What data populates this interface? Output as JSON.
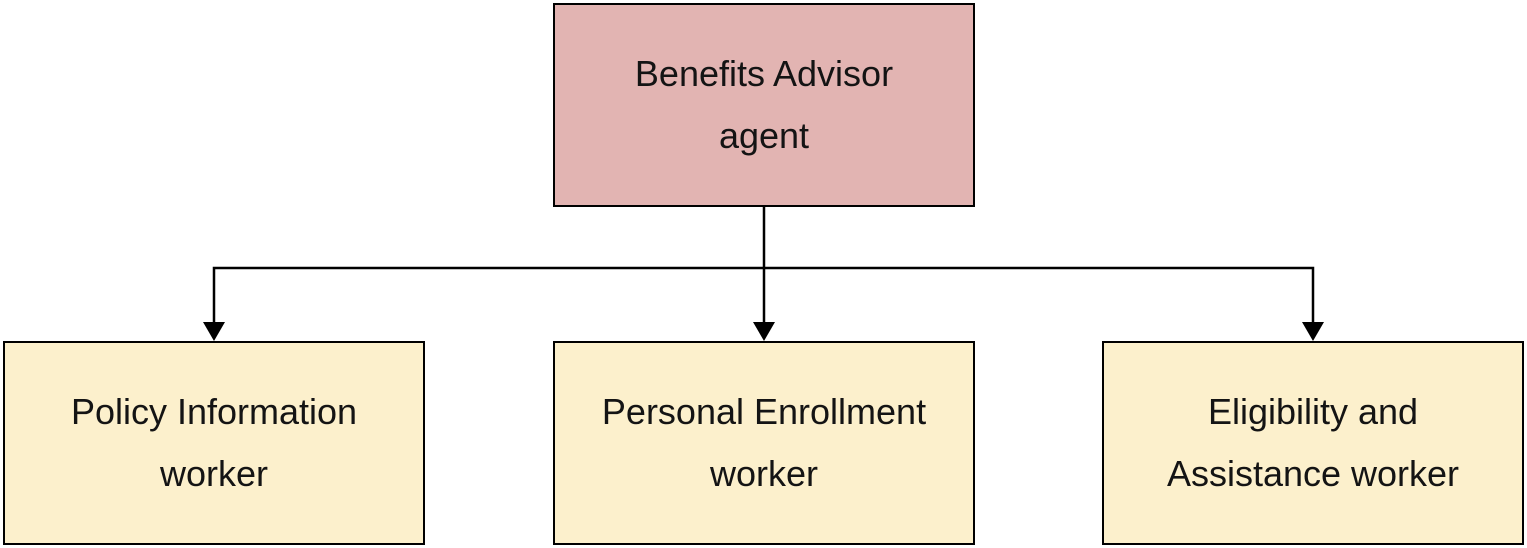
{
  "diagram": {
    "title": "",
    "root": {
      "label": "Benefits Advisor agent",
      "label_lines": [
        "Benefits Advisor",
        "agent"
      ],
      "fill": "#E2B4B2"
    },
    "workers": [
      {
        "label": "Policy Information worker",
        "label_lines": [
          "Policy Information",
          "worker"
        ],
        "fill": "#FCF0CC"
      },
      {
        "label": "Personal Enrollment worker",
        "label_lines": [
          "Personal Enrollment",
          "worker"
        ],
        "fill": "#FCF0CC"
      },
      {
        "label": "Eligibility and Assistance worker",
        "label_lines": [
          "Eligibility and",
          "Assistance worker"
        ],
        "fill": "#FCF0CC"
      }
    ],
    "colors": {
      "border": "#000000",
      "connector": "#000000",
      "text": "#141414",
      "background": "#FFFFFF",
      "root_fill": "#E2B4B2",
      "worker_fill": "#FCF0CC"
    }
  }
}
